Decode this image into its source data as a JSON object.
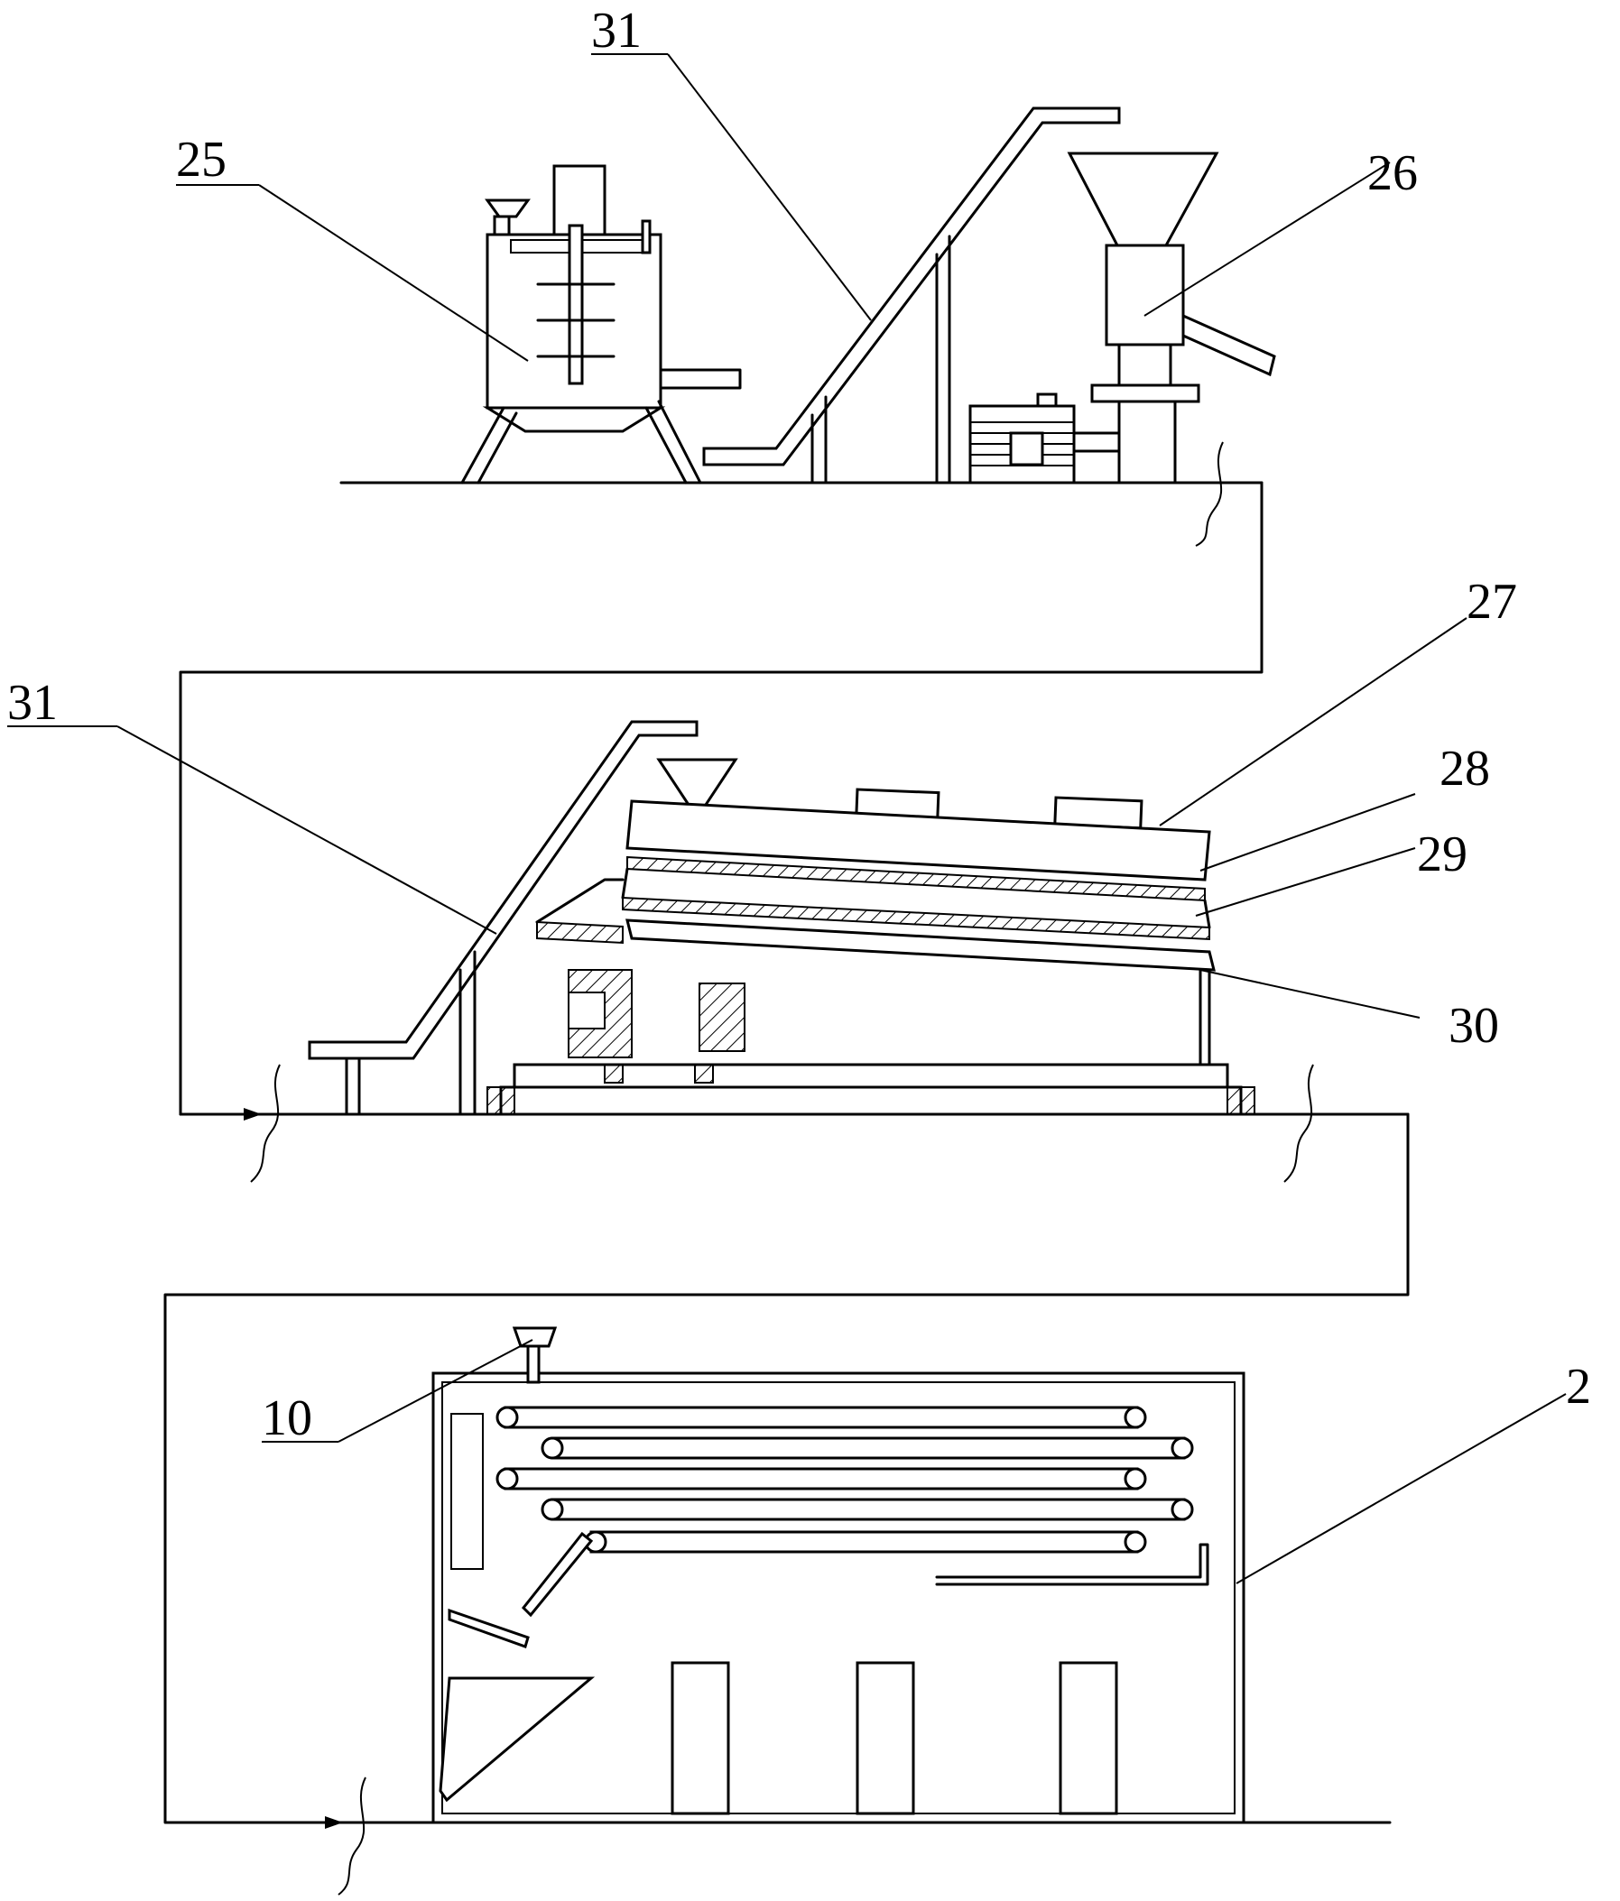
{
  "labels": {
    "l25": "25",
    "l31_top": "31",
    "l26": "26",
    "l27": "27",
    "l28": "28",
    "l29": "29",
    "l30": "30",
    "l31_mid": "31",
    "l10": "10",
    "l2": "2"
  },
  "colors": {
    "ink": "#000000",
    "paper": "#ffffff",
    "hatch": "#000000"
  }
}
